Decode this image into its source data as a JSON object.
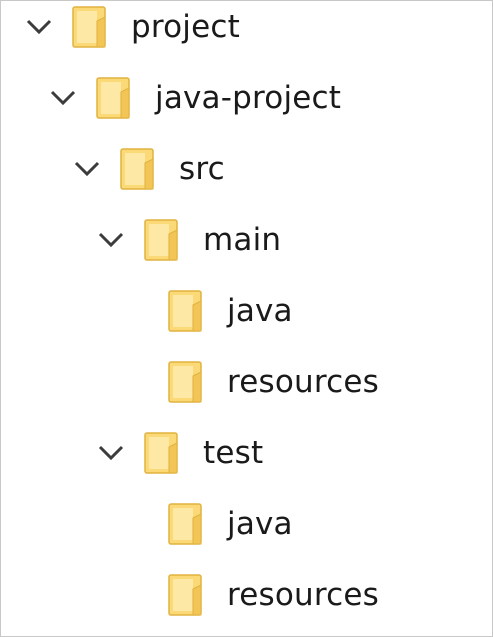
{
  "tree": {
    "nodes": [
      {
        "label": "project",
        "expanded": true,
        "has_children": true,
        "icon": "folder-icon"
      },
      {
        "label": "java-project",
        "expanded": true,
        "has_children": true,
        "icon": "folder-icon"
      },
      {
        "label": "src",
        "expanded": true,
        "has_children": true,
        "icon": "folder-icon"
      },
      {
        "label": "main",
        "expanded": true,
        "has_children": true,
        "icon": "folder-icon"
      },
      {
        "label": "java",
        "expanded": false,
        "has_children": false,
        "icon": "folder-icon"
      },
      {
        "label": "resources",
        "expanded": false,
        "has_children": false,
        "icon": "folder-icon"
      },
      {
        "label": "test",
        "expanded": true,
        "has_children": true,
        "icon": "folder-icon"
      },
      {
        "label": "java",
        "expanded": false,
        "has_children": false,
        "icon": "folder-icon"
      },
      {
        "label": "resources",
        "expanded": false,
        "has_children": false,
        "icon": "folder-icon"
      }
    ]
  },
  "colors": {
    "folder_fill": "#fbd977",
    "folder_edge": "#e0b23f",
    "folder_light": "#fde8a6",
    "chevron": "#3c3c3c",
    "text": "#1a1a1a"
  }
}
